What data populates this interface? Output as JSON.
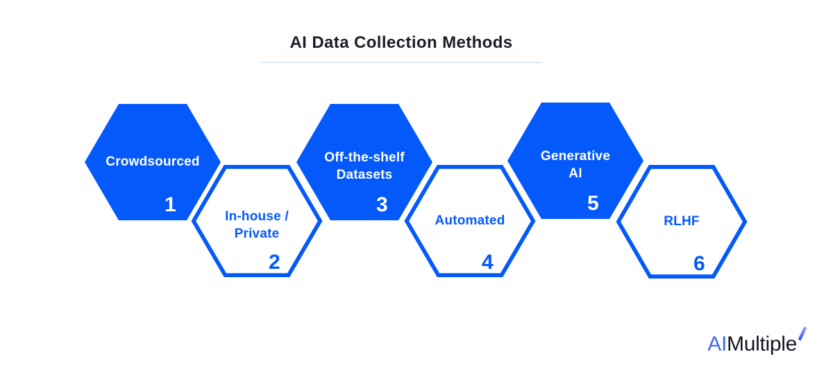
{
  "title": {
    "text": "AI Data Collection Methods"
  },
  "hexagons": [
    {
      "number": "1",
      "label": "Crowdsourced",
      "line1": "Crowdsourced",
      "line2": "",
      "style": "filled"
    },
    {
      "number": "2",
      "label": "In-house / Private",
      "line1": "In-house /",
      "line2": "Private",
      "style": "outlined"
    },
    {
      "number": "3",
      "label": "Off-the-shelf Datasets",
      "line1": "Off-the-shelf",
      "line2": "Datasets",
      "style": "filled"
    },
    {
      "number": "4",
      "label": "Automated",
      "line1": "Automated",
      "line2": "",
      "style": "outlined"
    },
    {
      "number": "5",
      "label": "Generative AI",
      "line1": "Generative",
      "line2": "AI",
      "style": "filled"
    },
    {
      "number": "6",
      "label": "RLHF",
      "line1": "RLHF",
      "line2": "",
      "style": "outlined"
    }
  ],
  "logo": {
    "text_ai": "AI",
    "text_multiple": "Multiple",
    "icon": "spark-icon"
  },
  "colors": {
    "primary_blue": "#0459FB",
    "logo_blue": "#3D68F6",
    "logo_dark": "#13161F",
    "title_text": "#1A1D27",
    "title_underline": "#DEE9FC",
    "background": "#FFFFFF"
  }
}
